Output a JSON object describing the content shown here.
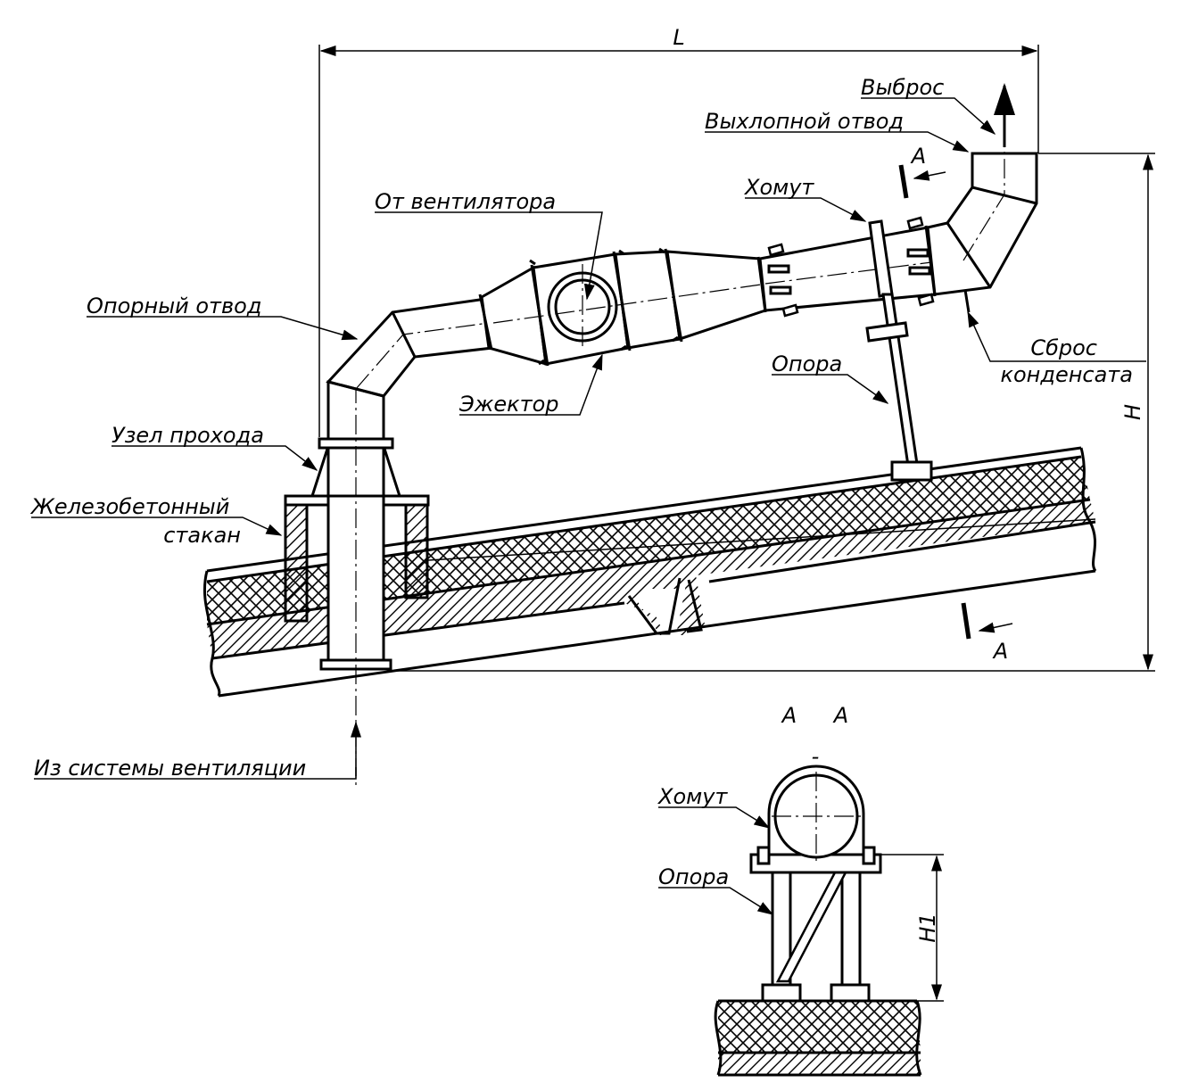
{
  "diagram": {
    "labels": {
      "L": "L",
      "H": "H",
      "H1": "H1",
      "section_A_top": "A",
      "section_A_bottom": "A",
      "section_title_left": "A",
      "section_title_right": "A",
      "section_title_dash": "-",
      "vybros": "Выброс",
      "vyhlopnoy_otvod": "Выхлопной отвод",
      "homut": "Хомут",
      "ot_ventilyatora": "От вентилятора",
      "opornyy_otvod": "Опорный отвод",
      "opora": "Опора",
      "ezhektor": "Эжектор",
      "sbros_line1": "Сброс",
      "sbros_line2": "конденсата",
      "uzel_prohoda": "Узел прохода",
      "zhb_line1": "Железобетонный",
      "zhb_line2": "стакан",
      "iz_sistemy": "Из системы вентиляции",
      "homut_section": "Хомут",
      "opora_section": "Опора"
    },
    "colors": {
      "line": "#000000",
      "background": "#ffffff"
    }
  }
}
